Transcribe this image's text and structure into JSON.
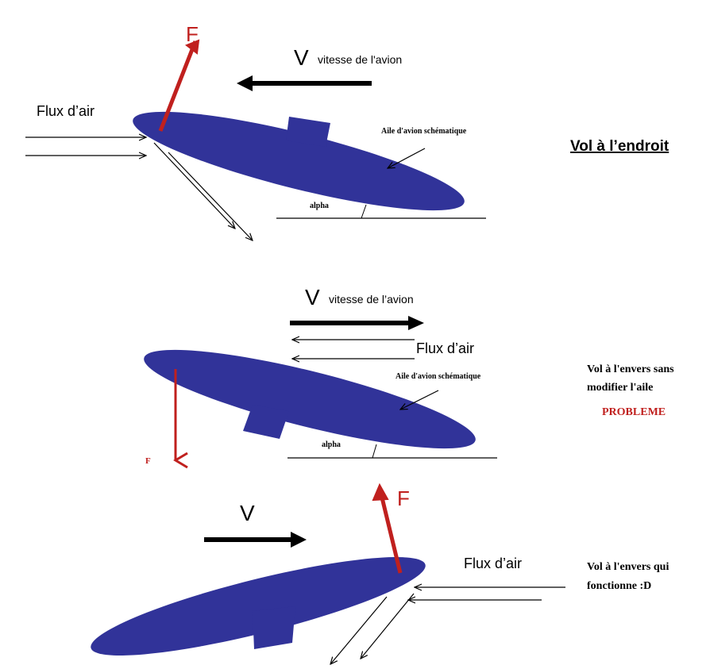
{
  "colors": {
    "wing": "#313399",
    "force": "#c0201e",
    "ink": "#000000",
    "warning": "#c0201e"
  },
  "panel1": {
    "force_label": "F",
    "speed_symbol": "V",
    "speed_caption": "vitesse de l'avion",
    "airflow_label": "Flux d’air",
    "wing_caption": "Aile d'avion schématique",
    "angle_label": "alpha",
    "title": "Vol à l’endroit"
  },
  "panel2": {
    "speed_symbol": "V",
    "speed_caption": "vitesse de l’avion",
    "airflow_label": "Flux d’air",
    "wing_caption": "Aile d'avion schématique",
    "angle_label": "alpha",
    "force_label": "F",
    "note_line1": "Vol à l'envers sans",
    "note_line2": "modifier l'aile",
    "problem": "PROBLEME"
  },
  "panel3": {
    "speed_symbol": "V",
    "force_label": "F",
    "airflow_label": "Flux d’air",
    "note_line1": "Vol à l'envers qui",
    "note_line2": "fonctionne :D"
  }
}
